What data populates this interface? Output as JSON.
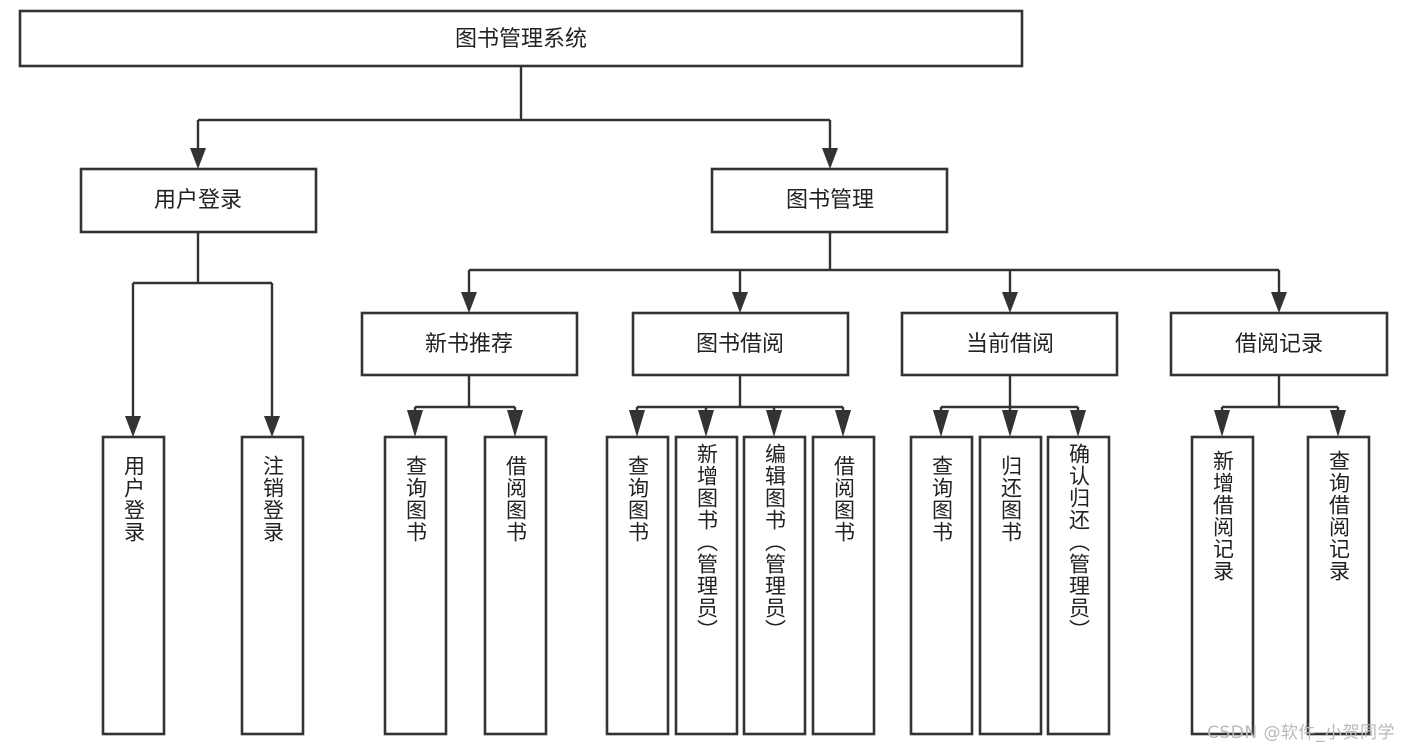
{
  "diagram": {
    "type": "hierarchy-tree",
    "title": "图书管理系统",
    "watermark": "CSDN @软件_小贺同学",
    "colors": {
      "stroke": "#333333",
      "fill": "#ffffff",
      "text": "#222222",
      "watermark": "#b9b9b9"
    },
    "levels": {
      "root": {
        "label": "图书管理系统"
      },
      "level2": [
        {
          "id": "user-login",
          "label": "用户登录"
        },
        {
          "id": "book-management",
          "label": "图书管理"
        }
      ],
      "level3": [
        {
          "id": "new-book-recommend",
          "label": "新书推荐",
          "parent": "book-management"
        },
        {
          "id": "book-borrow",
          "label": "图书借阅",
          "parent": "book-management"
        },
        {
          "id": "current-borrow",
          "label": "当前借阅",
          "parent": "book-management"
        },
        {
          "id": "borrow-record",
          "label": "借阅记录",
          "parent": "book-management"
        }
      ],
      "leaves": [
        {
          "id": "leaf-user-login",
          "label": "用户登录",
          "parent": "user-login"
        },
        {
          "id": "leaf-logout-login",
          "label": "注销登录",
          "parent": "user-login"
        },
        {
          "id": "leaf-query-book-1",
          "label": "查询图书",
          "parent": "new-book-recommend"
        },
        {
          "id": "leaf-borrow-book-1",
          "label": "借阅图书",
          "parent": "new-book-recommend"
        },
        {
          "id": "leaf-query-book-2",
          "label": "查询图书",
          "parent": "book-borrow"
        },
        {
          "id": "leaf-add-book",
          "label": "新增图书（管理员）",
          "parent": "book-borrow"
        },
        {
          "id": "leaf-edit-book",
          "label": "编辑图书（管理员）",
          "parent": "book-borrow"
        },
        {
          "id": "leaf-borrow-book-2",
          "label": "借阅图书",
          "parent": "book-borrow"
        },
        {
          "id": "leaf-query-book-3",
          "label": "查询图书",
          "parent": "current-borrow"
        },
        {
          "id": "leaf-return-book",
          "label": "归还图书",
          "parent": "current-borrow"
        },
        {
          "id": "leaf-confirm-return",
          "label": "确认归还（管理员）",
          "parent": "current-borrow"
        },
        {
          "id": "leaf-add-record",
          "label": "新增借阅记录",
          "parent": "borrow-record"
        },
        {
          "id": "leaf-query-record",
          "label": "查询借阅记录",
          "parent": "borrow-record"
        }
      ]
    }
  }
}
